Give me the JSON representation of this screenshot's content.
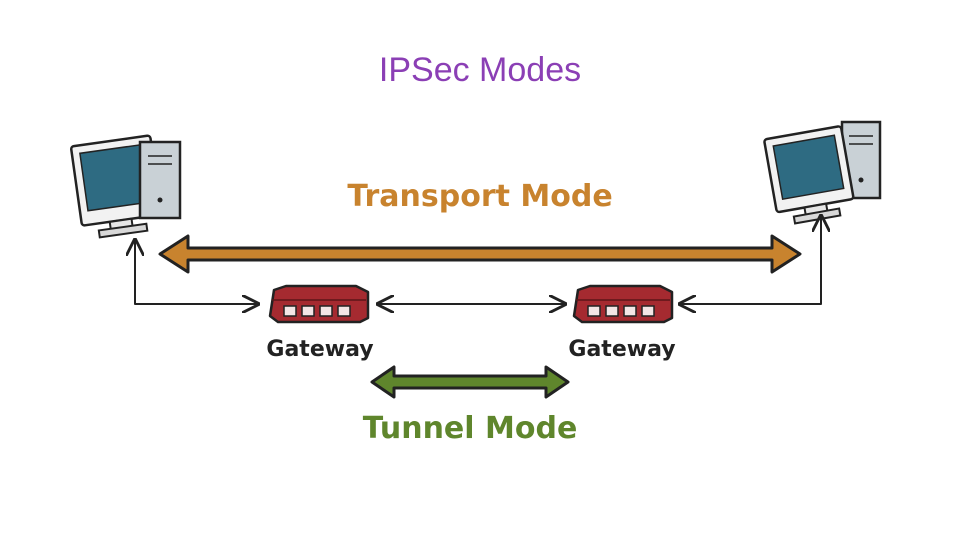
{
  "slide": {
    "title": "IPSec Modes",
    "title_color": "#8b3fb5"
  },
  "diagram": {
    "transport_mode": {
      "label": "Transport Mode",
      "color": "#c8832e"
    },
    "tunnel_mode": {
      "label": "Tunnel Mode",
      "color": "#5f862c"
    },
    "gateways": [
      {
        "label": "Gateway"
      },
      {
        "label": "Gateway"
      }
    ],
    "colors": {
      "gateway_body": "#a52a30",
      "monitor_screen": "#2e6b82",
      "line": "#222222"
    }
  }
}
